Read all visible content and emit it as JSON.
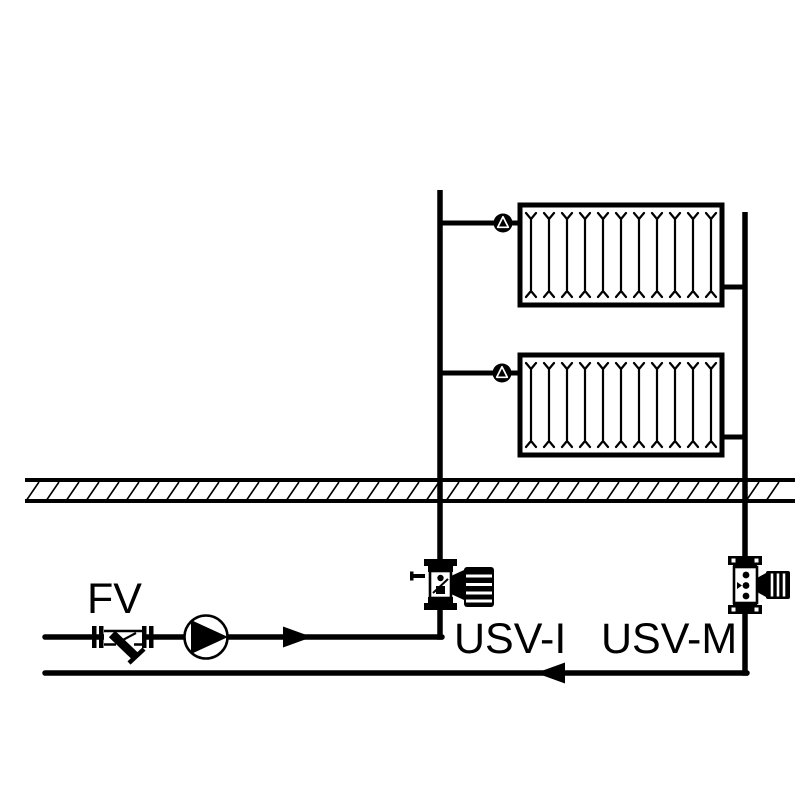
{
  "diagram": {
    "background_color": "#ffffff",
    "line_color": "#000000",
    "labels": {
      "filter": "FV",
      "supply_valve": "USV-I",
      "return_valve": "USV-M"
    },
    "radiators": {
      "count": 2,
      "sections_per_radiator": 11
    },
    "flow": {
      "supply_direction": "right",
      "return_direction": "left"
    },
    "symbols": {
      "filter": "y-strainer-icon",
      "pump": "pump-circle-triangle-icon",
      "radiator_valve": "thermostatic-valve-icon",
      "supply_valve": "balancing-valve-handwheel-icon",
      "return_valve": "balancing-valve-handwheel-icon",
      "floor": "hatched-floor-slab"
    }
  }
}
